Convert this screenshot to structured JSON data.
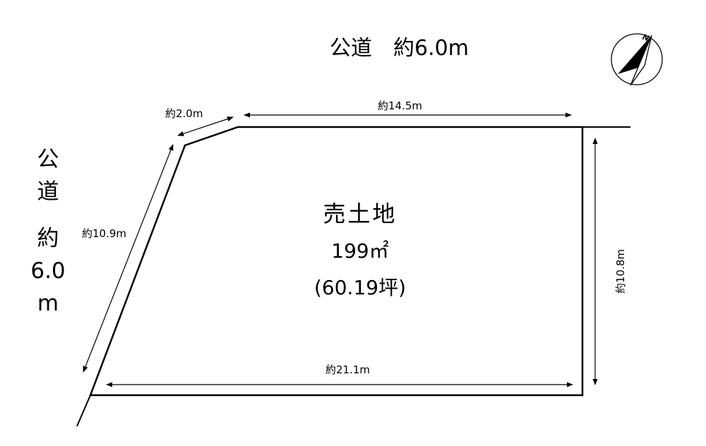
{
  "road_top": "公道　約6.0m",
  "road_left": [
    "公",
    "道",
    "約",
    "6.0",
    "m"
  ],
  "dimensions": {
    "top_short": "約2.0m",
    "top_long": "約14.5m",
    "left": "約10.9m",
    "right": "約10.8m",
    "bottom": "約21.1m"
  },
  "center": {
    "title": "売土地",
    "area": "199㎡",
    "area_tsubo": "(60.19坪)"
  },
  "compass": {
    "letter": "N",
    "icon": "north-arrow-icon"
  }
}
